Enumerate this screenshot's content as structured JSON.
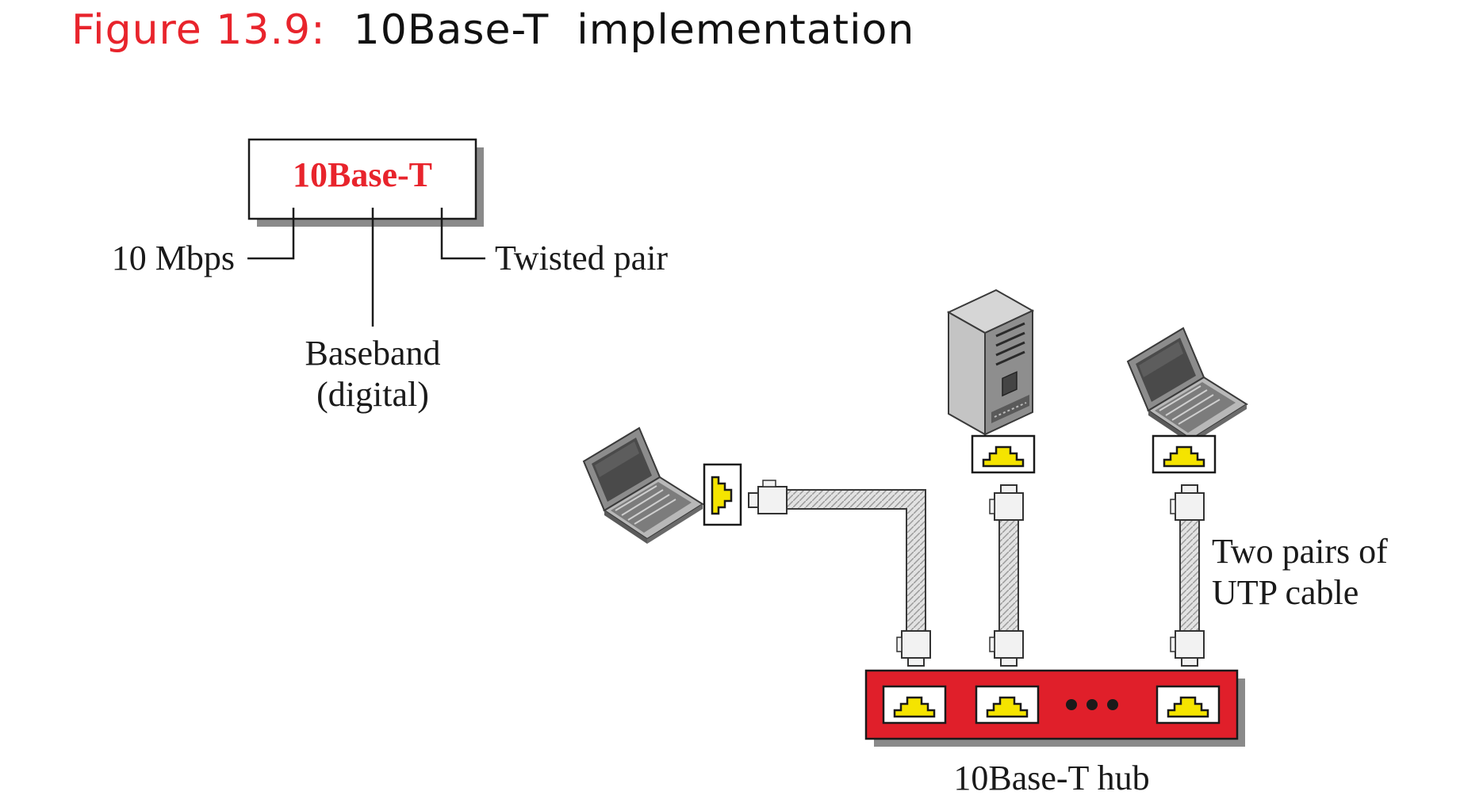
{
  "figure": {
    "number": "Figure 13.9:",
    "title": "10Base-T  implementation"
  },
  "naming_box": {
    "name": "10Base-T",
    "rate_label": "10 Mbps",
    "signal_label_line1": "Baseband",
    "signal_label_line2": "(digital)",
    "medium_label": "Twisted pair"
  },
  "network": {
    "cable_label_line1": "Two pairs of",
    "cable_label_line2": "UTP cable",
    "hub_label": "10Base-T hub"
  },
  "colors": {
    "accent_red": "#e8242c",
    "hub_red": "#e01f2a",
    "port_yellow": "#f5e400"
  }
}
